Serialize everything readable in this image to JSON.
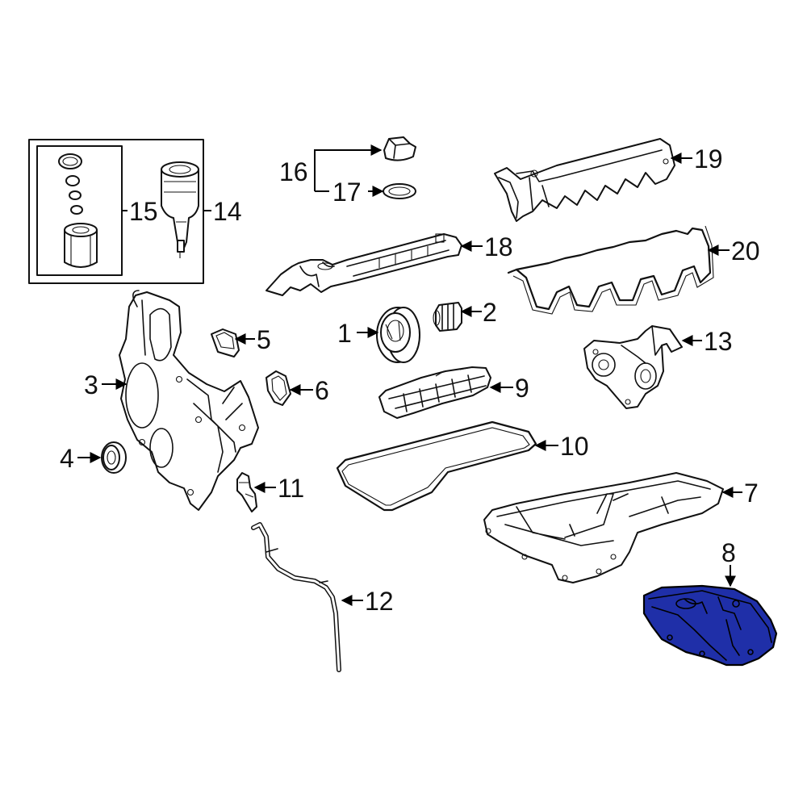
{
  "colors": {
    "highlight": "#1f2fa8",
    "line": "#111111",
    "background": "#ffffff"
  },
  "callouts": {
    "c1": "1",
    "c2": "2",
    "c3": "3",
    "c4": "4",
    "c5": "5",
    "c6": "6",
    "c7": "7",
    "c8": "8",
    "c9": "9",
    "c10": "10",
    "c11": "11",
    "c12": "12",
    "c13": "13",
    "c14": "14",
    "c15": "15",
    "c16": "16",
    "c17": "17",
    "c18": "18",
    "c19": "19",
    "c20": "20"
  },
  "highlighted_part": "8"
}
